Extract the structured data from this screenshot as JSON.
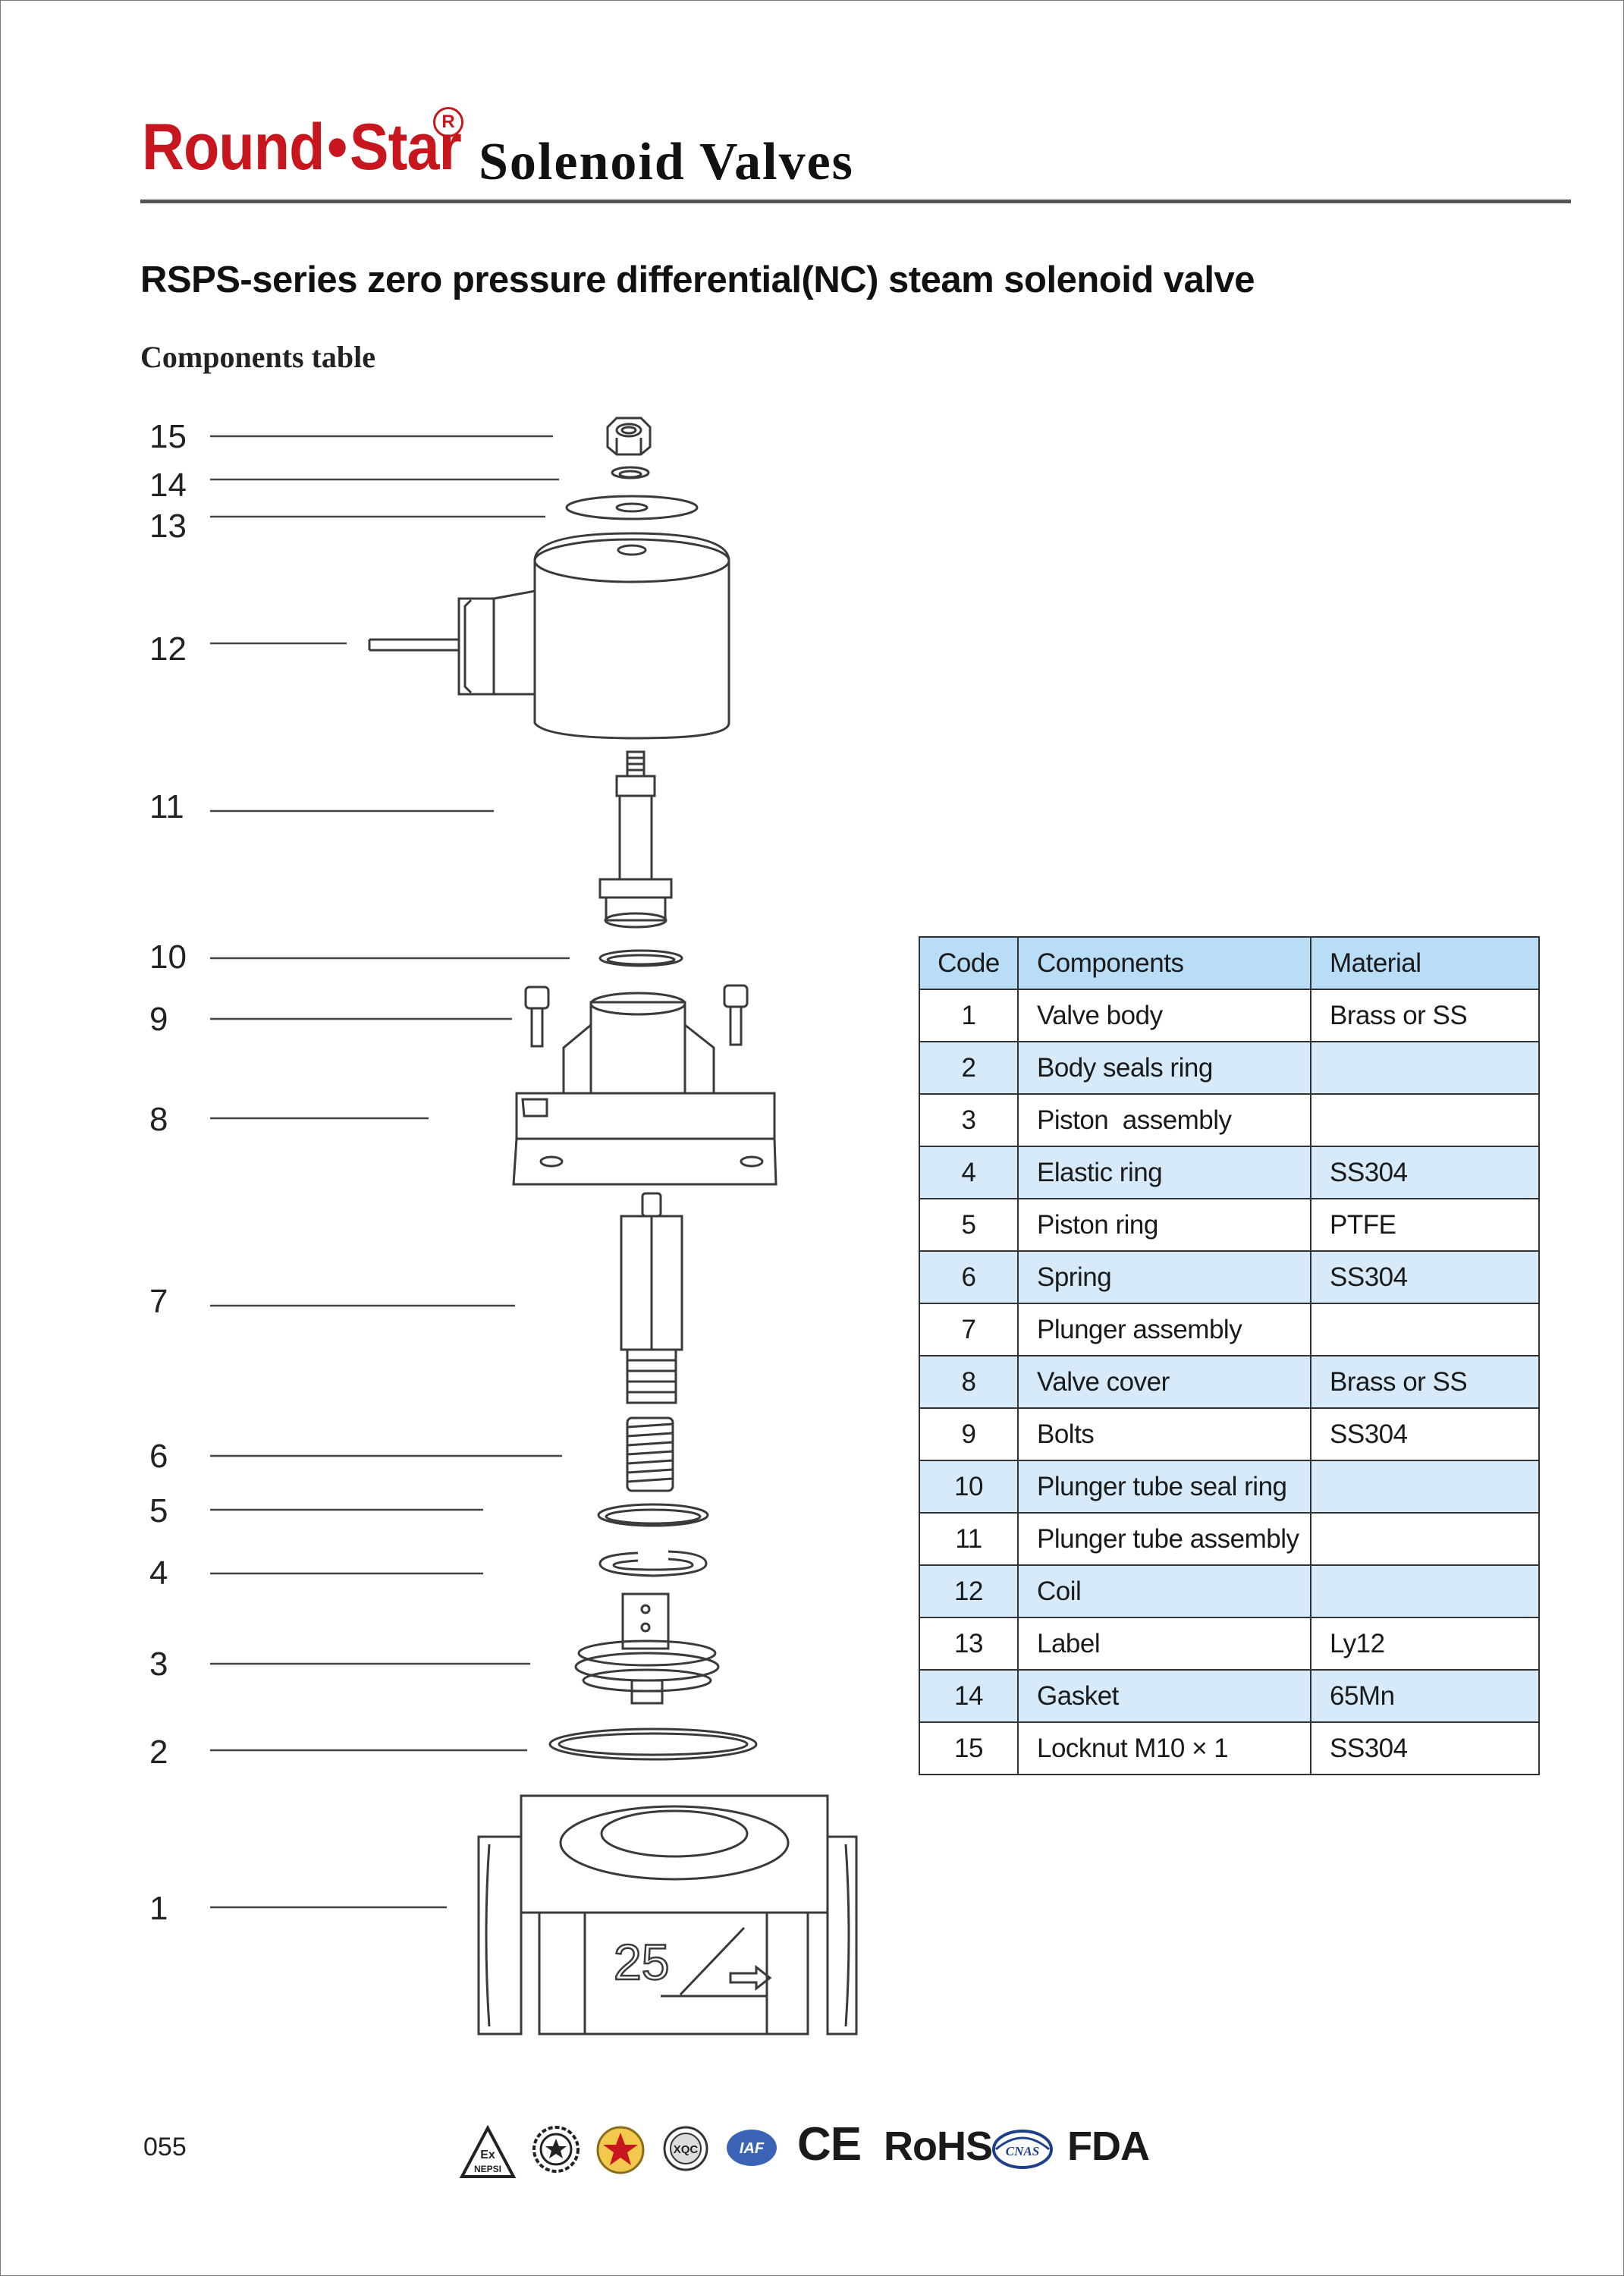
{
  "header": {
    "brand_left": "Round",
    "brand_dot": "•",
    "brand_right": "Star",
    "registered": "R",
    "product": "Solenoid Valves"
  },
  "title": "RSPS-series zero pressure differential(NC) steam solenoid valve",
  "subtitle": "Components table",
  "callouts": [
    "15",
    "14",
    "13",
    "12",
    "11",
    "10",
    "9",
    "8",
    "7",
    "6",
    "5",
    "4",
    "3",
    "2",
    "1"
  ],
  "body_marking": "25",
  "table": {
    "headers": [
      "Code",
      "Components",
      "Material"
    ],
    "rows": [
      [
        "1",
        "Valve body",
        "Brass or SS"
      ],
      [
        "2",
        "Body seals ring",
        ""
      ],
      [
        "3",
        "Piston  assembly",
        ""
      ],
      [
        "4",
        "Elastic ring",
        "SS304"
      ],
      [
        "5",
        "Piston ring",
        "PTFE"
      ],
      [
        "6",
        "Spring",
        "SS304"
      ],
      [
        "7",
        "Plunger assembly",
        ""
      ],
      [
        "8",
        "Valve cover",
        "Brass or SS"
      ],
      [
        "9",
        "Bolts",
        "SS304"
      ],
      [
        "10",
        "Plunger tube seal ring",
        ""
      ],
      [
        "11",
        "Plunger tube assembly",
        ""
      ],
      [
        "12",
        "Coil",
        ""
      ],
      [
        "13",
        "Label",
        "Ly12"
      ],
      [
        "14",
        "Gasket",
        "65Mn"
      ],
      [
        "15",
        "Locknut M10 × 1",
        "SS304"
      ]
    ],
    "header_color": "#b9dcf7",
    "alt_row_color": "#d6eafa"
  },
  "footer": {
    "page_number": "055",
    "cert_ex_top": "Ex",
    "cert_ex_bottom": "NEPSI",
    "cert_xqc": "XQC",
    "cert_iaf": "IAF",
    "cert_ce": "CE",
    "cert_rohs": "RoHS",
    "cert_cnas": "CNAS",
    "cert_fda": "FDA"
  },
  "colors": {
    "brand_red": "#c8161e",
    "rule": "#555555"
  }
}
